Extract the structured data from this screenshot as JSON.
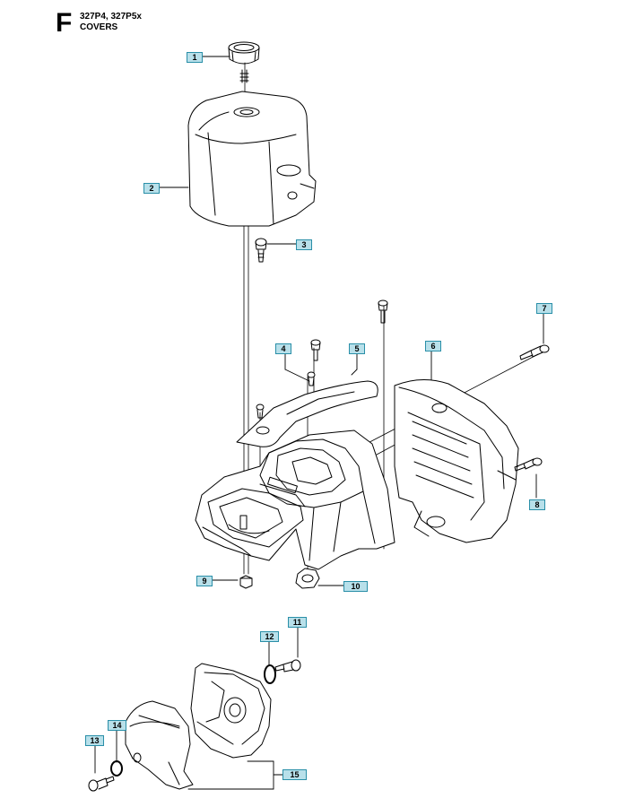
{
  "header": {
    "letter": "F",
    "models": "327P4, 327P5x",
    "section": "COVERS"
  },
  "callouts": [
    "1",
    "2",
    "3",
    "4",
    "5",
    "6",
    "7",
    "8",
    "9",
    "10",
    "11",
    "12",
    "13",
    "14",
    "15"
  ],
  "colors": {
    "callout_fill": "#b8e0ea",
    "callout_border": "#2a8fa8",
    "line": "#000000"
  }
}
